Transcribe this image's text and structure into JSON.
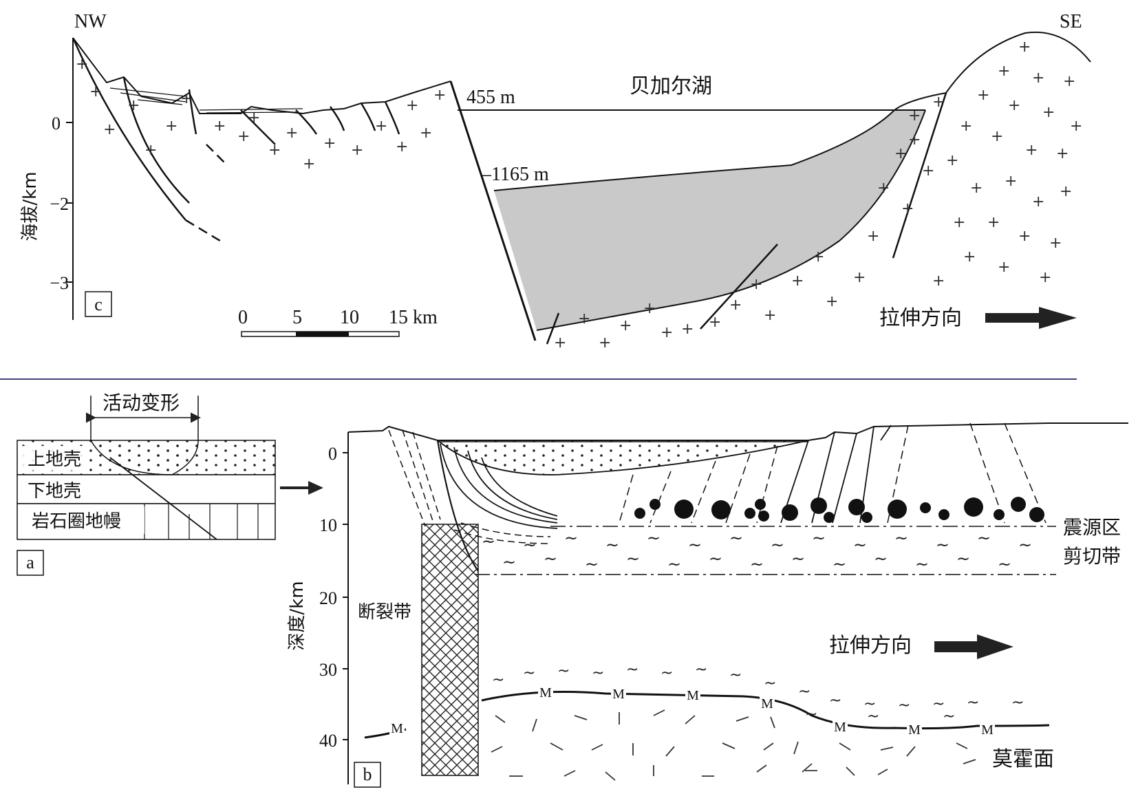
{
  "panel_c": {
    "direction_left": "NW",
    "direction_right": "SE",
    "y_axis_label": "海拔/km",
    "y_ticks": [
      "0",
      "−2",
      "−3"
    ],
    "panel_label": "c",
    "lake_label": "贝加尔湖",
    "lake_surface_elev": "455 m",
    "basin_floor_elev": "–1165 m",
    "scale_bar": {
      "ticks": [
        "0",
        "5",
        "10",
        "15 km"
      ]
    },
    "extension_label": "拉伸方向"
  },
  "panel_a": {
    "panel_label": "a",
    "active_deformation": "活动变形",
    "layers": [
      "上地壳",
      "下地壳",
      "岩石圈地幔"
    ]
  },
  "panel_b": {
    "panel_label": "b",
    "y_axis_label": "深度/km",
    "y_ticks": [
      "0",
      "10",
      "20",
      "30",
      "40"
    ],
    "fault_zone_label": "断裂带",
    "seismic_zone_label": "震源区",
    "shear_zone_label": "剪切带",
    "extension_label": "拉伸方向",
    "moho_label": "莫霍面",
    "moho_marker": "M"
  },
  "colors": {
    "basin_fill": "#c9c9c9",
    "divider": "#3a3f8a",
    "ink": "#111111"
  }
}
